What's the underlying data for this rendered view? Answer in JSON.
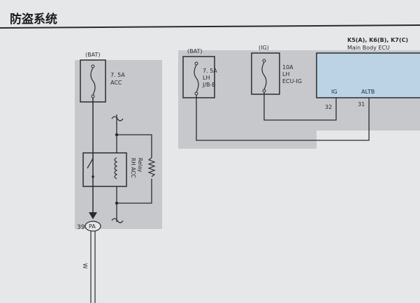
{
  "page": {
    "title": "防盗系统"
  },
  "diagram": {
    "left_block": {
      "source": "(BAT)",
      "fuse_rating": "7. 5A",
      "fuse_name": "ACC",
      "relay_name": "RH ACC",
      "relay_sub": "Relay",
      "connector_pin": "39",
      "connector_code": "PA",
      "wire_color": "W"
    },
    "lh_fuse": {
      "source": "(BAT)",
      "rating": "7. 5A",
      "name_line1": "LH",
      "name_line2": "J/B-B"
    },
    "ig_fuse": {
      "source": "(IG)",
      "rating": "10A",
      "name_line1": "LH",
      "name_line2": "ECU-IG"
    },
    "ecu": {
      "code": "K5(A), K6(B), K7(C)",
      "name": "Main Body ECU",
      "pin_ig_label": "IG",
      "pin_altb_label": "ALTB",
      "pin_ig_num": "32",
      "pin_altb_num": "31"
    },
    "colors": {
      "page_bg": "#e6e7e9",
      "panel_bg": "#c6c8cb",
      "ecu_fill": "#bcd3e6",
      "line": "#2a2a2a"
    }
  }
}
